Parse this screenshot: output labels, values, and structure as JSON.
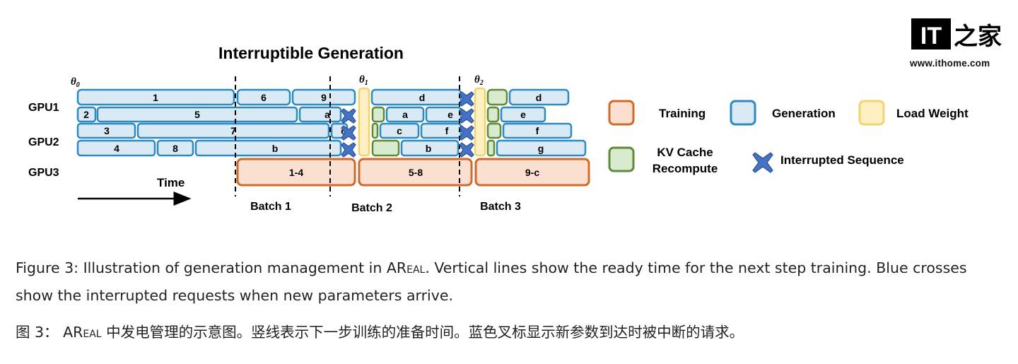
{
  "title": "Interruptible Generation",
  "thetas": [
    "θ",
    "θ",
    "θ"
  ],
  "theta_subs": [
    "0",
    "1",
    "2"
  ],
  "gpu_labels": [
    "GPU1",
    "GPU2",
    "GPU3"
  ],
  "time_label": "Time",
  "batch_labels": [
    "Batch 1",
    "Batch 2",
    "Batch 3"
  ],
  "legend": {
    "training": "Training",
    "generation": "Generation",
    "load_weight": "Load Weight",
    "kv_cache_line1": "KV Cache",
    "kv_cache_line2": "Recompute",
    "interrupted": "Interrupted Sequence"
  },
  "colors": {
    "generation_fill": "#daeaf5",
    "generation_stroke": "#2d8ac0",
    "training_fill": "#fbe0d2",
    "training_stroke": "#cf6a28",
    "load_fill": "#fff1c4",
    "load_stroke": "#f2d36d",
    "kv_fill": "#d8ebcf",
    "kv_stroke": "#5e8a3a",
    "cross": "#4472c4"
  },
  "sequences": {
    "row1": [
      "1",
      "6",
      "9",
      "d",
      "d"
    ],
    "row2": [
      "2",
      "5",
      "a",
      "a",
      "e",
      "e"
    ],
    "row3": [
      "3",
      "7",
      "c",
      "c",
      "f",
      "f"
    ],
    "row4": [
      "4",
      "8",
      "b",
      "b",
      "g"
    ],
    "training": [
      "1-4",
      "5-8",
      "9-c"
    ]
  },
  "caption_en": {
    "prefix": "Figure 3: Illustration of generation management in A",
    "real": "Real",
    "suffix": ". Vertical lines show the ready time for the next step training. Blue crosses show the interrupted requests when new parameters arrive."
  },
  "caption_zh": {
    "prefix": "图 3：  A",
    "real": "Real",
    "suffix": " 中发电管理的示意图。竖线表示下一步训练的准备时间。蓝色叉标显示新参数到达时被中断的请求。"
  },
  "logo": {
    "it": "IT",
    "home": "之家",
    "url": "www.ithome.com"
  }
}
